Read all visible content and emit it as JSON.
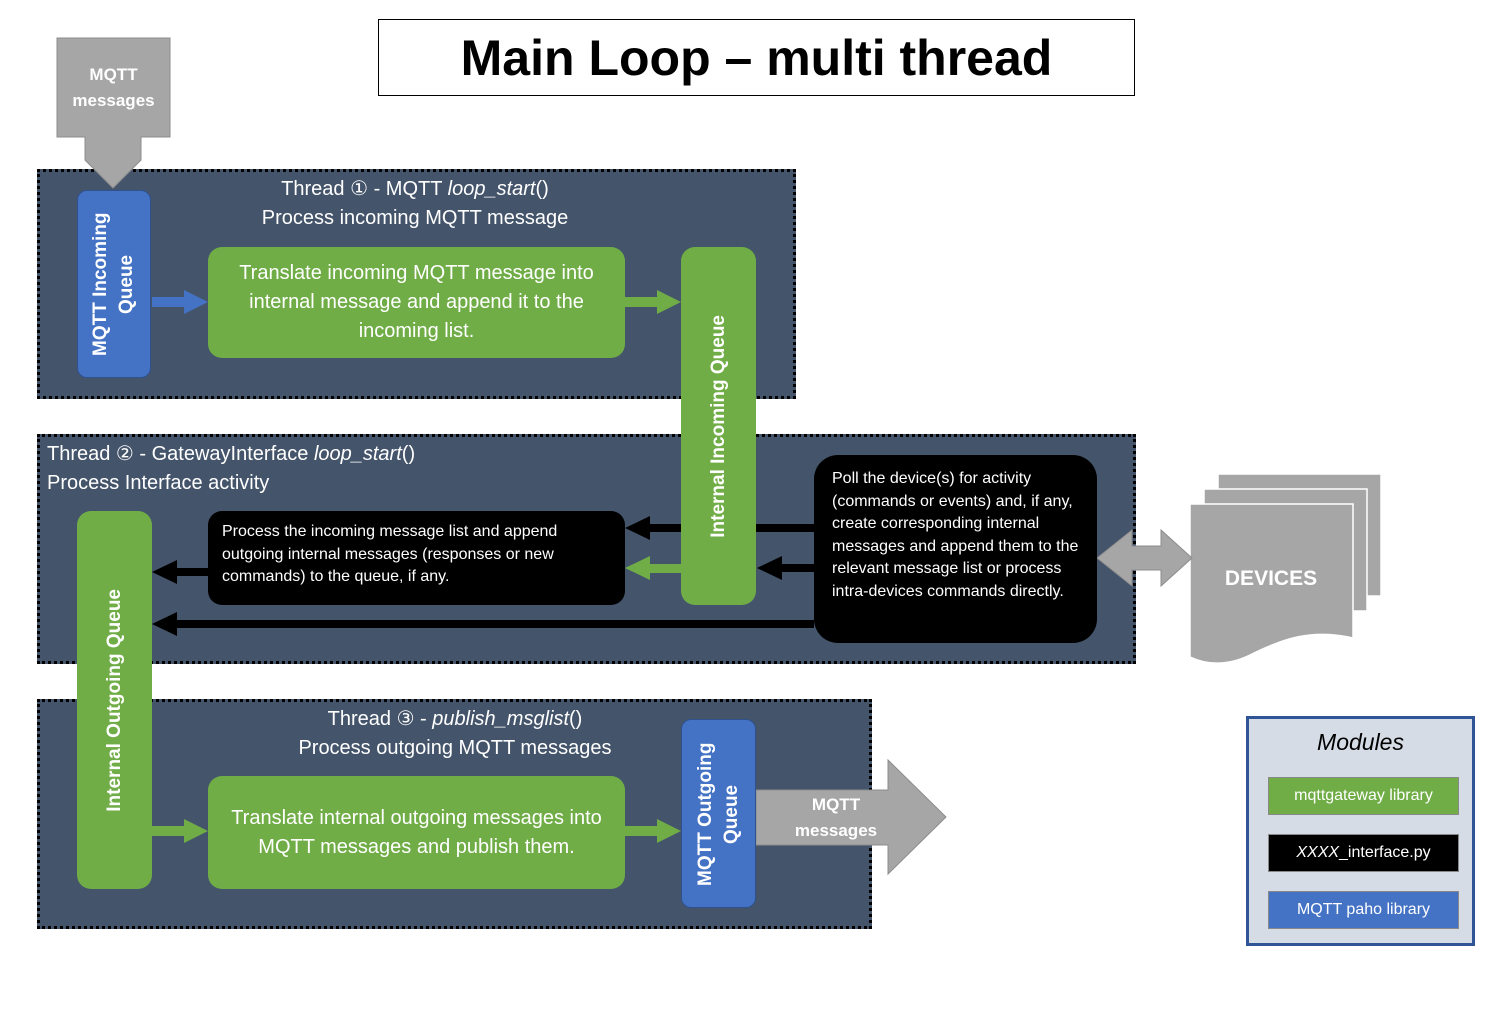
{
  "title": "Main Loop – multi thread",
  "mqtt_in": "MQTT messages",
  "mqtt_out": "MQTT messages",
  "thread1": {
    "line1_prefix": "Thread ① - MQTT ",
    "line1_func": "loop_start",
    "line1_suffix": "()",
    "line2": "Process incoming MQTT message"
  },
  "thread2": {
    "line1_prefix": "Thread ② - GatewayInterface ",
    "line1_func": "loop_start",
    "line1_suffix": "()",
    "line2": "Process Interface activity"
  },
  "thread3": {
    "line1_prefix": "Thread ③ - ",
    "line1_func": "publish_msglist",
    "line1_suffix": "()",
    "line2": "Process outgoing MQTT messages"
  },
  "queues": {
    "mqtt_incoming": "MQTT Incoming Queue",
    "internal_incoming": "Internal Incoming Queue",
    "internal_outgoing": "Internal Outgoing Queue",
    "mqtt_outgoing": "MQTT Outgoing Queue"
  },
  "boxes": {
    "translate_in": "Translate incoming MQTT message into internal message and append it to the incoming list.",
    "process_list": "Process the incoming message list and append outgoing internal messages (responses or new commands) to the queue, if any.",
    "poll_devices": "Poll the device(s) for activity (commands or events) and, if any, create corresponding internal messages and append them to the relevant message list or process intra-devices commands directly.",
    "translate_out": "Translate internal outgoing messages into MQTT messages and publish them."
  },
  "devices": "DEVICES",
  "legend": {
    "title": "Modules",
    "items": [
      {
        "label": "mqttgateway library",
        "color": "#70ad47"
      },
      {
        "label_italic": "XXXX",
        "label": "_interface.py",
        "color": "#000000"
      },
      {
        "label": "MQTT paho library",
        "color": "#4472c4"
      }
    ]
  },
  "colors": {
    "thread_bg": "#44546a",
    "green": "#70ad47",
    "blue": "#4472c4",
    "gray": "#a6a6a6"
  }
}
